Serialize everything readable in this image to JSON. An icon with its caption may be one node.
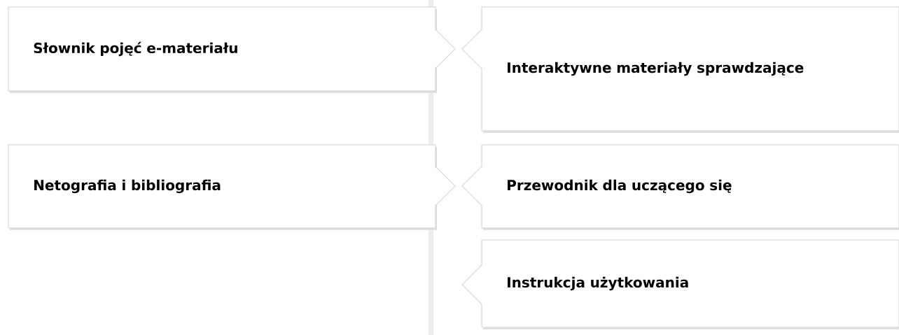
{
  "diagram": {
    "nodes": [
      {
        "text": [
          "Słownik pojęć e-materiału"
        ]
      },
      {
        "text": [
          "Interaktywne materiały sprawdzające"
        ]
      },
      {
        "text": [
          "Netografia i bibliografia"
        ]
      },
      {
        "text": [
          "Przewodnik dla uczącego się"
        ]
      },
      {
        "text": [
          "Instrukcja użytkowania"
        ]
      }
    ]
  }
}
